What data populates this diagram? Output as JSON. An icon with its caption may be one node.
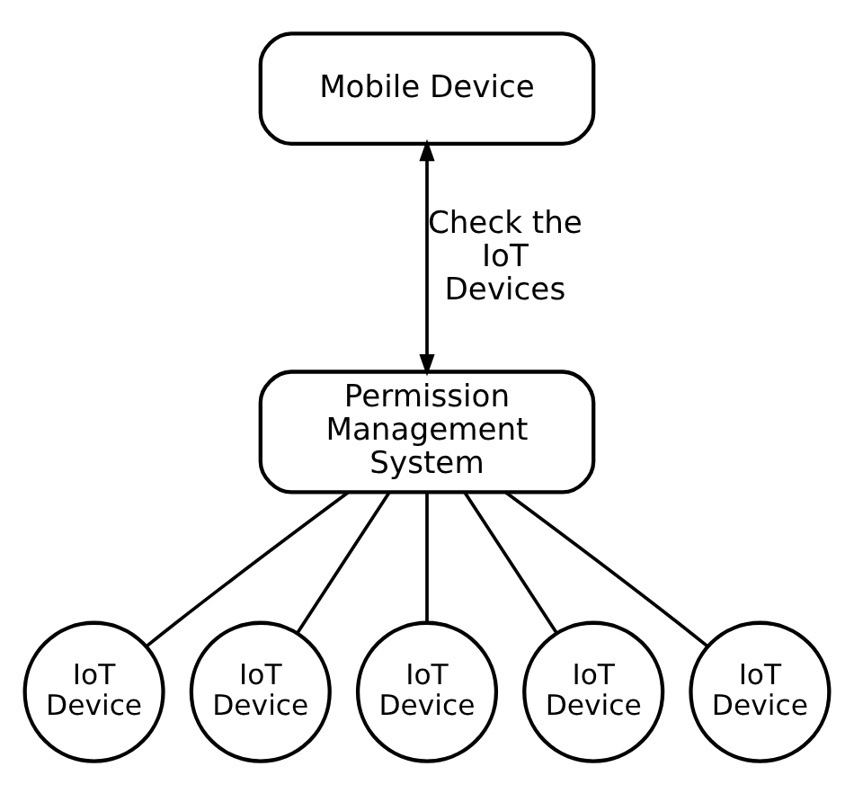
{
  "diagram": {
    "nodes": [
      {
        "text": [
          "Mobile Device"
        ]
      },
      {
        "text": [
          "Permission Management System"
        ]
      },
      {
        "text": [
          "IoT Device"
        ]
      },
      {
        "text": [
          "IoT Device"
        ]
      },
      {
        "text": [
          "IoT Device"
        ]
      },
      {
        "text": [
          "IoT Device"
        ]
      },
      {
        "text": [
          "IoT Device"
        ]
      }
    ],
    "edges": [
      {
        "from": 0,
        "to": 1,
        "arrow": "both",
        "label": "Check the IoT Devices"
      },
      {
        "from": 1,
        "to": 2,
        "arrow": "none"
      },
      {
        "from": 1,
        "to": 3,
        "arrow": "none"
      },
      {
        "from": 1,
        "to": 4,
        "arrow": "none"
      },
      {
        "from": 1,
        "to": 5,
        "arrow": "none"
      },
      {
        "from": 1,
        "to": 6,
        "arrow": "none"
      }
    ]
  }
}
